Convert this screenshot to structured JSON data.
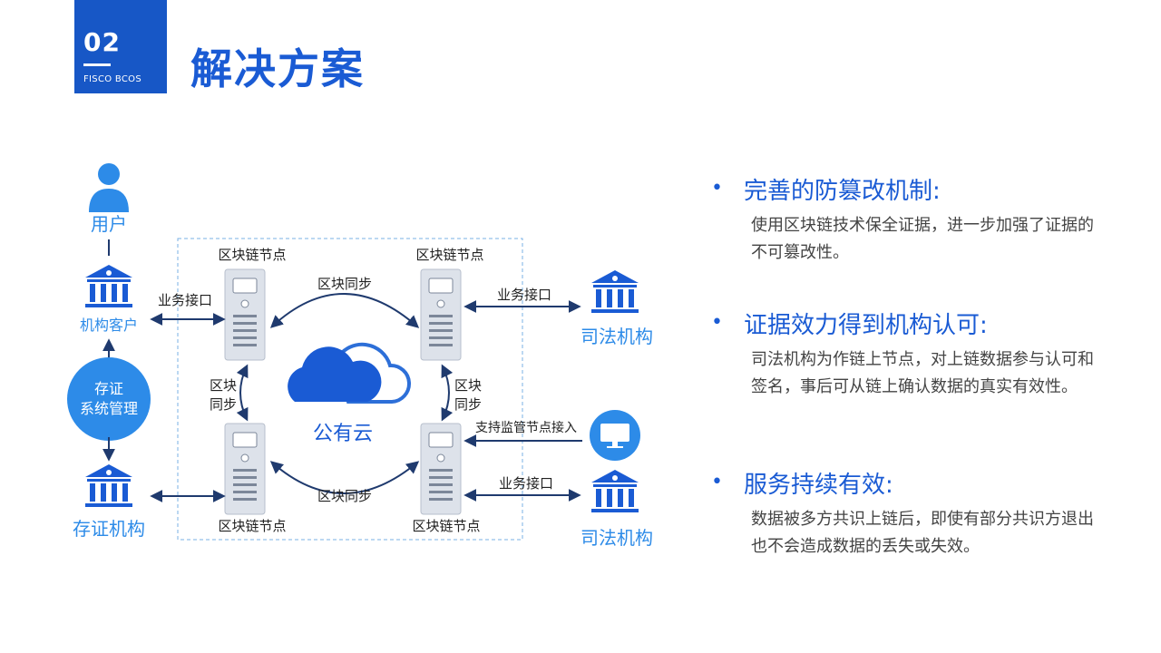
{
  "badge": {
    "number": "02",
    "subtitle": "FISCO BCOS"
  },
  "title": "解决方案",
  "diagram": {
    "user": "用户",
    "client": "机构客户",
    "mgmt_line1": "存证",
    "mgmt_line2": "系统管理",
    "evidence_org": "存证机构",
    "node_tl": "区块链节点",
    "node_tr": "区块链节点",
    "node_bl": "区块链节点",
    "node_br": "区块链节点",
    "sync_top": "区块同步",
    "sync_bottom": "区块同步",
    "sync_left_1": "区块",
    "sync_left_2": "同步",
    "sync_right_1": "区块",
    "sync_right_2": "同步",
    "cloud": "公有云",
    "biz_left": "业务接口",
    "biz_right_top": "业务接口",
    "biz_right_bottom": "业务接口",
    "regulator": "支持监管节点接入",
    "judicial_top": "司法机构",
    "judicial_bottom": "司法机构"
  },
  "colors": {
    "primary": "#1a5bd4",
    "accent": "#2d8be8",
    "arrow": "#1f3a6e",
    "server": "#dde2ea"
  },
  "points": [
    {
      "title": "完善的防篡改机制:",
      "desc": "使用区块链技术保全证据，进一步加强了证据的不可篡改性。"
    },
    {
      "title": "证据效力得到机构认可:",
      "desc": "司法机构为作链上节点，对上链数据参与认可和签名，事后可从链上确认数据的真实有效性。"
    },
    {
      "title": "服务持续有效:",
      "desc": "数据被多方共识上链后，即使有部分共识方退出也不会造成数据的丢失或失效。"
    }
  ]
}
